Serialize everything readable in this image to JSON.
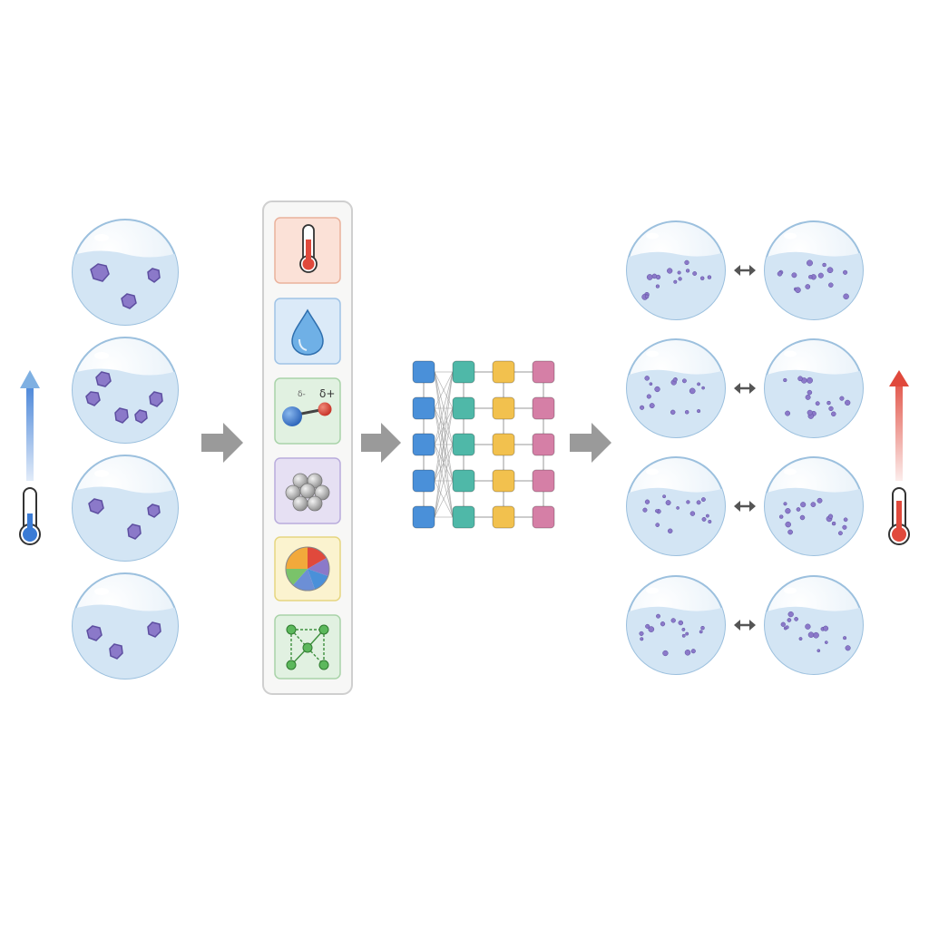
{
  "diagram": {
    "left_column": {
      "name": "low-temperature-crystal-solutions",
      "crystal_counts": [
        3,
        5,
        3,
        3
      ]
    },
    "feature_panel": {
      "icons": [
        "thermometer-icon",
        "water-drop-icon",
        "dipole-molecule-icon",
        "atom-cluster-icon",
        "pie-chart-icon",
        "graph-network-icon"
      ],
      "dipole_label": "δ+",
      "dipole_small_label": "δ-"
    },
    "network": {
      "layers": 4,
      "nodes_per_layer": 5,
      "layer_colors": [
        "#4a90d9",
        "#4fb8a8",
        "#f2c14e",
        "#d57fa6"
      ]
    },
    "right_grid": {
      "rows": 4,
      "columns": 2,
      "relation_icon": "double-arrow-icon"
    },
    "colors": {
      "cold": "#3a7bd5",
      "hot": "#e0493c",
      "water_fill": "#dcebf6",
      "crystal": "#8b79c9",
      "arrow": "#9a9a9a",
      "panel_border": "#cfcfcf"
    }
  }
}
